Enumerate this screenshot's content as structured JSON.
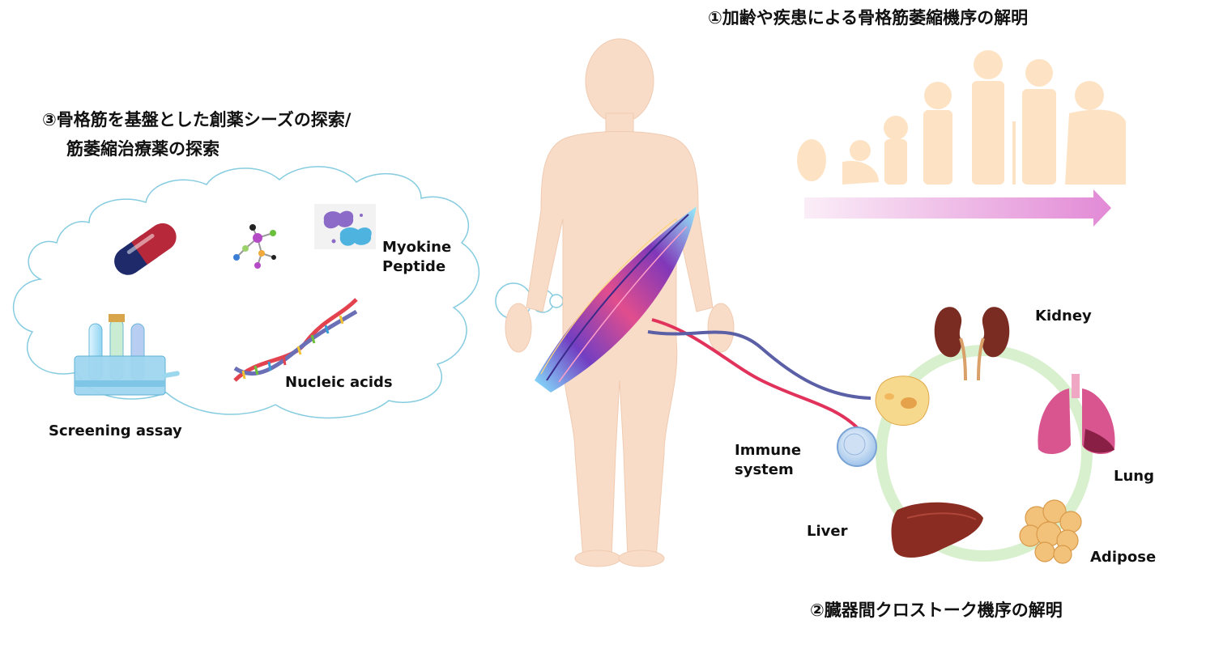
{
  "headings": {
    "aging": "①加齢や疾患による骨格筋萎縮機序の解明",
    "crosstalk": "②臓器間クロストーク機序の解明",
    "drug_discovery_line1": "③骨格筋を基盤とした創薬シーズの探索/",
    "drug_discovery_line2": "筋萎縮治療薬の探索"
  },
  "drug_discovery_cloud": {
    "myokine": "Myokine\nPeptide",
    "nucleic": "Nucleic acids",
    "screening": "Screening assay"
  },
  "organs": {
    "kidney": "Kidney",
    "lung": "Lung",
    "adipose": "Adipose",
    "liver": "Liver",
    "immune": "Immune\nsystem"
  },
  "colors": {
    "skin": "#f8dcc8",
    "lifespan_silhouette": "#fde3c4",
    "arrow_start": "#f7e4f3",
    "arrow_end": "#e48bd8",
    "ring": "#d9f0cf",
    "kidney": "#7a2b22",
    "lung": "#d9558f",
    "liver": "#8a2c22",
    "adipose": "#f2c27a",
    "cloud_stroke": "#7ec8de",
    "muscle_purple": "#6a2bb0",
    "muscle_pink": "#e0468a",
    "muscle_cyan": "#7ae3ff",
    "nerve_red": "#e0325a",
    "nerve_blue": "#5b5fa6"
  }
}
